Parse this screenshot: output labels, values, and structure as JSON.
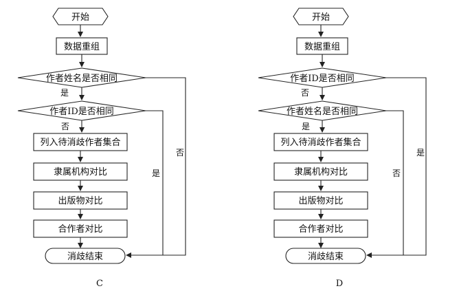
{
  "diagram_c": {
    "start": "开始",
    "reorganize": "数据重组",
    "decision1": "作者姓名是否相同",
    "decision1_yes": "是",
    "decision1_no": "否",
    "decision2": "作者ID是否相同",
    "decision2_no": "否",
    "decision2_yes": "是",
    "step1": "列入待消歧作者集合",
    "step2": "隶属机构对比",
    "step3": "出版物对比",
    "step4": "合作者对比",
    "end": "消歧结束",
    "caption": "C"
  },
  "diagram_d": {
    "start": "开始",
    "reorganize": "数据重组",
    "decision1": "作者ID是否相同",
    "decision1_no": "否",
    "decision1_yes": "是",
    "decision2": "作者姓名是否相同",
    "decision2_yes": "是",
    "decision2_no": "否",
    "step1": "列入待消歧作者集合",
    "step2": "隶属机构对比",
    "step3": "出版物对比",
    "step4": "合作者对比",
    "end": "消歧结束",
    "caption": "D"
  }
}
